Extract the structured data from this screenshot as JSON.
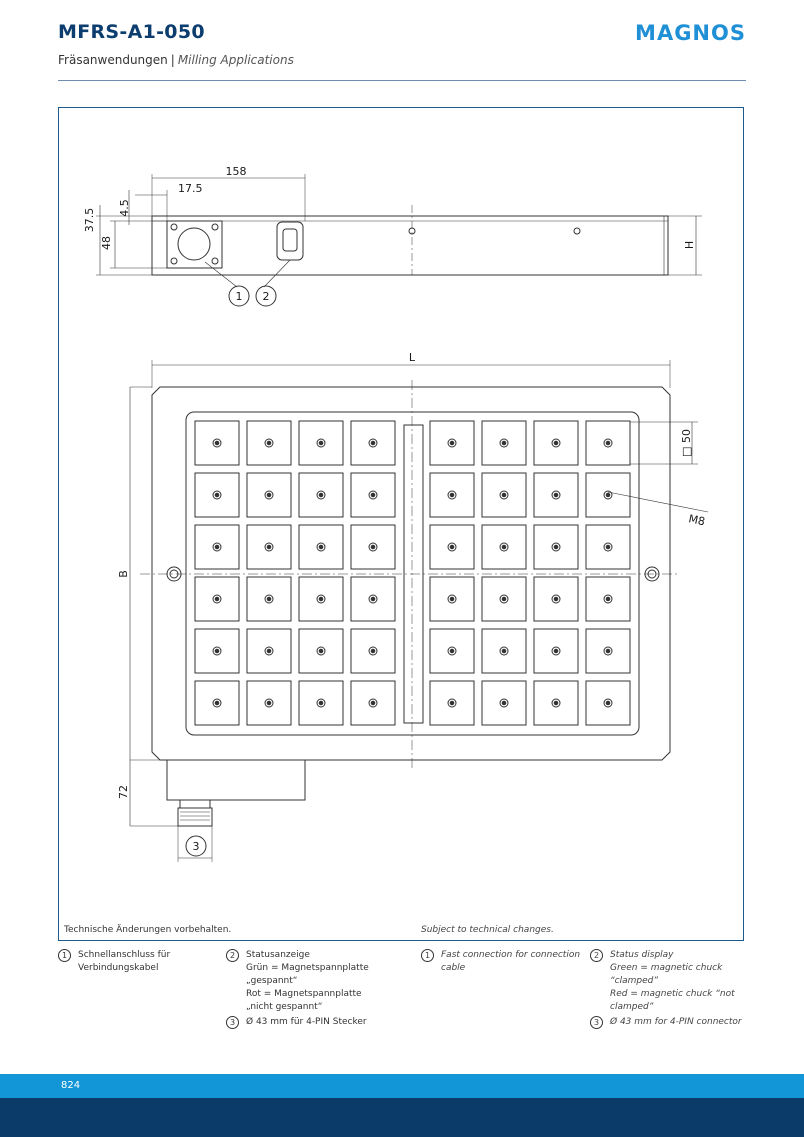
{
  "header": {
    "title": "MFRS-A1-050",
    "subtitle_de": "Fräsanwendungen",
    "subtitle_sep": "|",
    "subtitle_en": "Milling Applications",
    "brand": "MAGNOS"
  },
  "drawing": {
    "dims": {
      "top_width": "158",
      "offset": "17.5",
      "top_margin": "4.5",
      "side_h1": "37.5",
      "side_h2": "48",
      "height": "H",
      "length": "L",
      "width": "B",
      "pole": "□ 50",
      "thread": "M8",
      "connector": "72"
    },
    "callouts": [
      "1",
      "2",
      "3"
    ]
  },
  "notes": {
    "de": "Technische Änderungen vorbehalten.",
    "en": "Subject to technical changes."
  },
  "legend_de": [
    {
      "num": "1",
      "text": "Schnellanschluss für\nVerbindungskabel"
    },
    {
      "num": "2",
      "text": "Statusanzeige\nGrün = Magnetspannplatte\n„gespannt“\nRot = Magnetspannplatte\n„nicht gespannt“"
    },
    {
      "num": "3",
      "text": "Ø 43 mm für 4-PIN Stecker"
    }
  ],
  "legend_en": [
    {
      "num": "1",
      "text": "Fast connection for connection\ncable"
    },
    {
      "num": "2",
      "text": "Status display\nGreen = magnetic chuck\n“clamped”\nRed = magnetic chuck “not\nclamped”"
    },
    {
      "num": "3",
      "text": "Ø 43 mm for 4-PIN connector"
    }
  ],
  "footer": {
    "page": "824"
  }
}
